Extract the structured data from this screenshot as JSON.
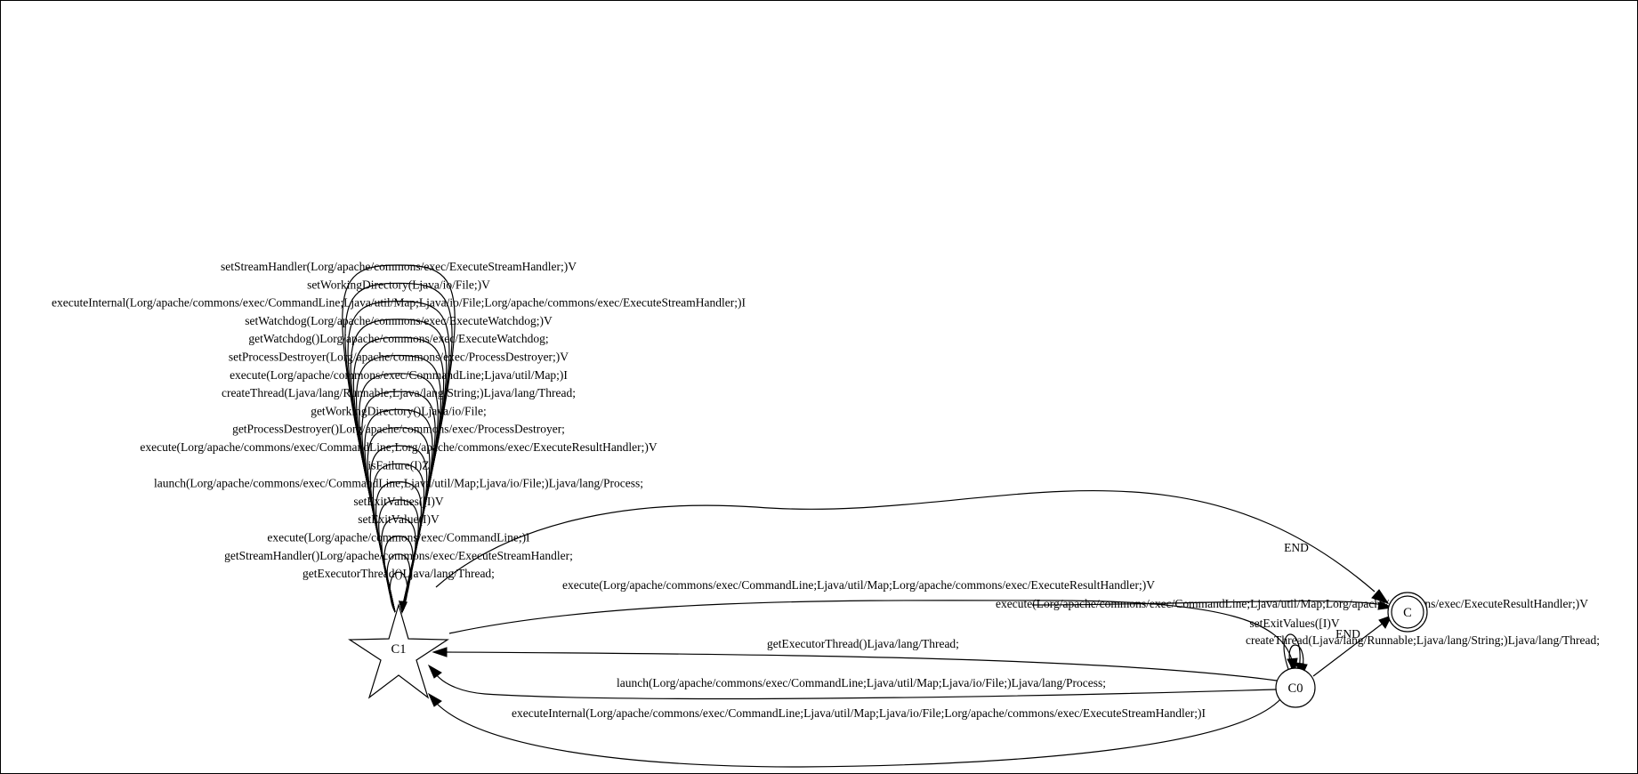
{
  "diagram": {
    "nodes": [
      {
        "id": "C1",
        "label": "C1",
        "shape": "star"
      },
      {
        "id": "C0",
        "label": "C0",
        "shape": "circle"
      },
      {
        "id": "C",
        "label": "C",
        "shape": "double-circle"
      }
    ],
    "self_loop_labels_c1": [
      "setStreamHandler(Lorg/apache/commons/exec/ExecuteStreamHandler;)V",
      "setWorkingDirectory(Ljava/io/File;)V",
      "executeInternal(Lorg/apache/commons/exec/CommandLine;Ljava/util/Map;Ljava/io/File;Lorg/apache/commons/exec/ExecuteStreamHandler;)I",
      "setWatchdog(Lorg/apache/commons/exec/ExecuteWatchdog;)V",
      "getWatchdog()Lorg/apache/commons/exec/ExecuteWatchdog;",
      "setProcessDestroyer(Lorg/apache/commons/exec/ProcessDestroyer;)V",
      "execute(Lorg/apache/commons/exec/CommandLine;Ljava/util/Map;)I",
      "createThread(Ljava/lang/Runnable;Ljava/lang/String;)Ljava/lang/Thread;",
      "getWorkingDirectory()Ljava/io/File;",
      "getProcessDestroyer()Lorg/apache/commons/exec/ProcessDestroyer;",
      "execute(Lorg/apache/commons/exec/CommandLine;Lorg/apache/commons/exec/ExecuteResultHandler;)V",
      "isFailure(I)Z",
      "launch(Lorg/apache/commons/exec/CommandLine;Ljava/util/Map;Ljava/io/File;)Ljava/lang/Process;",
      "setExitValues([I)V",
      "setExitValue(I)V",
      "execute(Lorg/apache/commons/exec/CommandLine;)I",
      "getStreamHandler()Lorg/apache/commons/exec/ExecuteStreamHandler;",
      "getExecutorThread()Ljava/lang/Thread;"
    ],
    "edges": {
      "c1_to_c_end": "END",
      "c1_to_c0_execute": "execute(Lorg/apache/commons/exec/CommandLine;Ljava/util/Map;Lorg/apache/commons/exec/ExecuteResultHandler;)V",
      "c0_to_c_execute": "execute(Lorg/apache/commons/exec/CommandLine;Ljava/util/Map;Lorg/apache/commons/exec/ExecuteResultHandler;)V",
      "c0_self_setexitvalues": "setExitValues([I)V",
      "c0_to_c_end": "END",
      "c0_self_createthread": "createThread(Ljava/lang/Runnable;Ljava/lang/String;)Ljava/lang/Thread;",
      "c0_to_c1_getexecutorthread": "getExecutorThread()Ljava/lang/Thread;",
      "c0_to_c1_launch": "launch(Lorg/apache/commons/exec/CommandLine;Ljava/util/Map;Ljava/io/File;)Ljava/lang/Process;",
      "c0_to_c1_executeinternal": "executeInternal(Lorg/apache/commons/exec/CommandLine;Ljava/util/Map;Ljava/io/File;Lorg/apache/commons/exec/ExecuteStreamHandler;)I"
    }
  }
}
